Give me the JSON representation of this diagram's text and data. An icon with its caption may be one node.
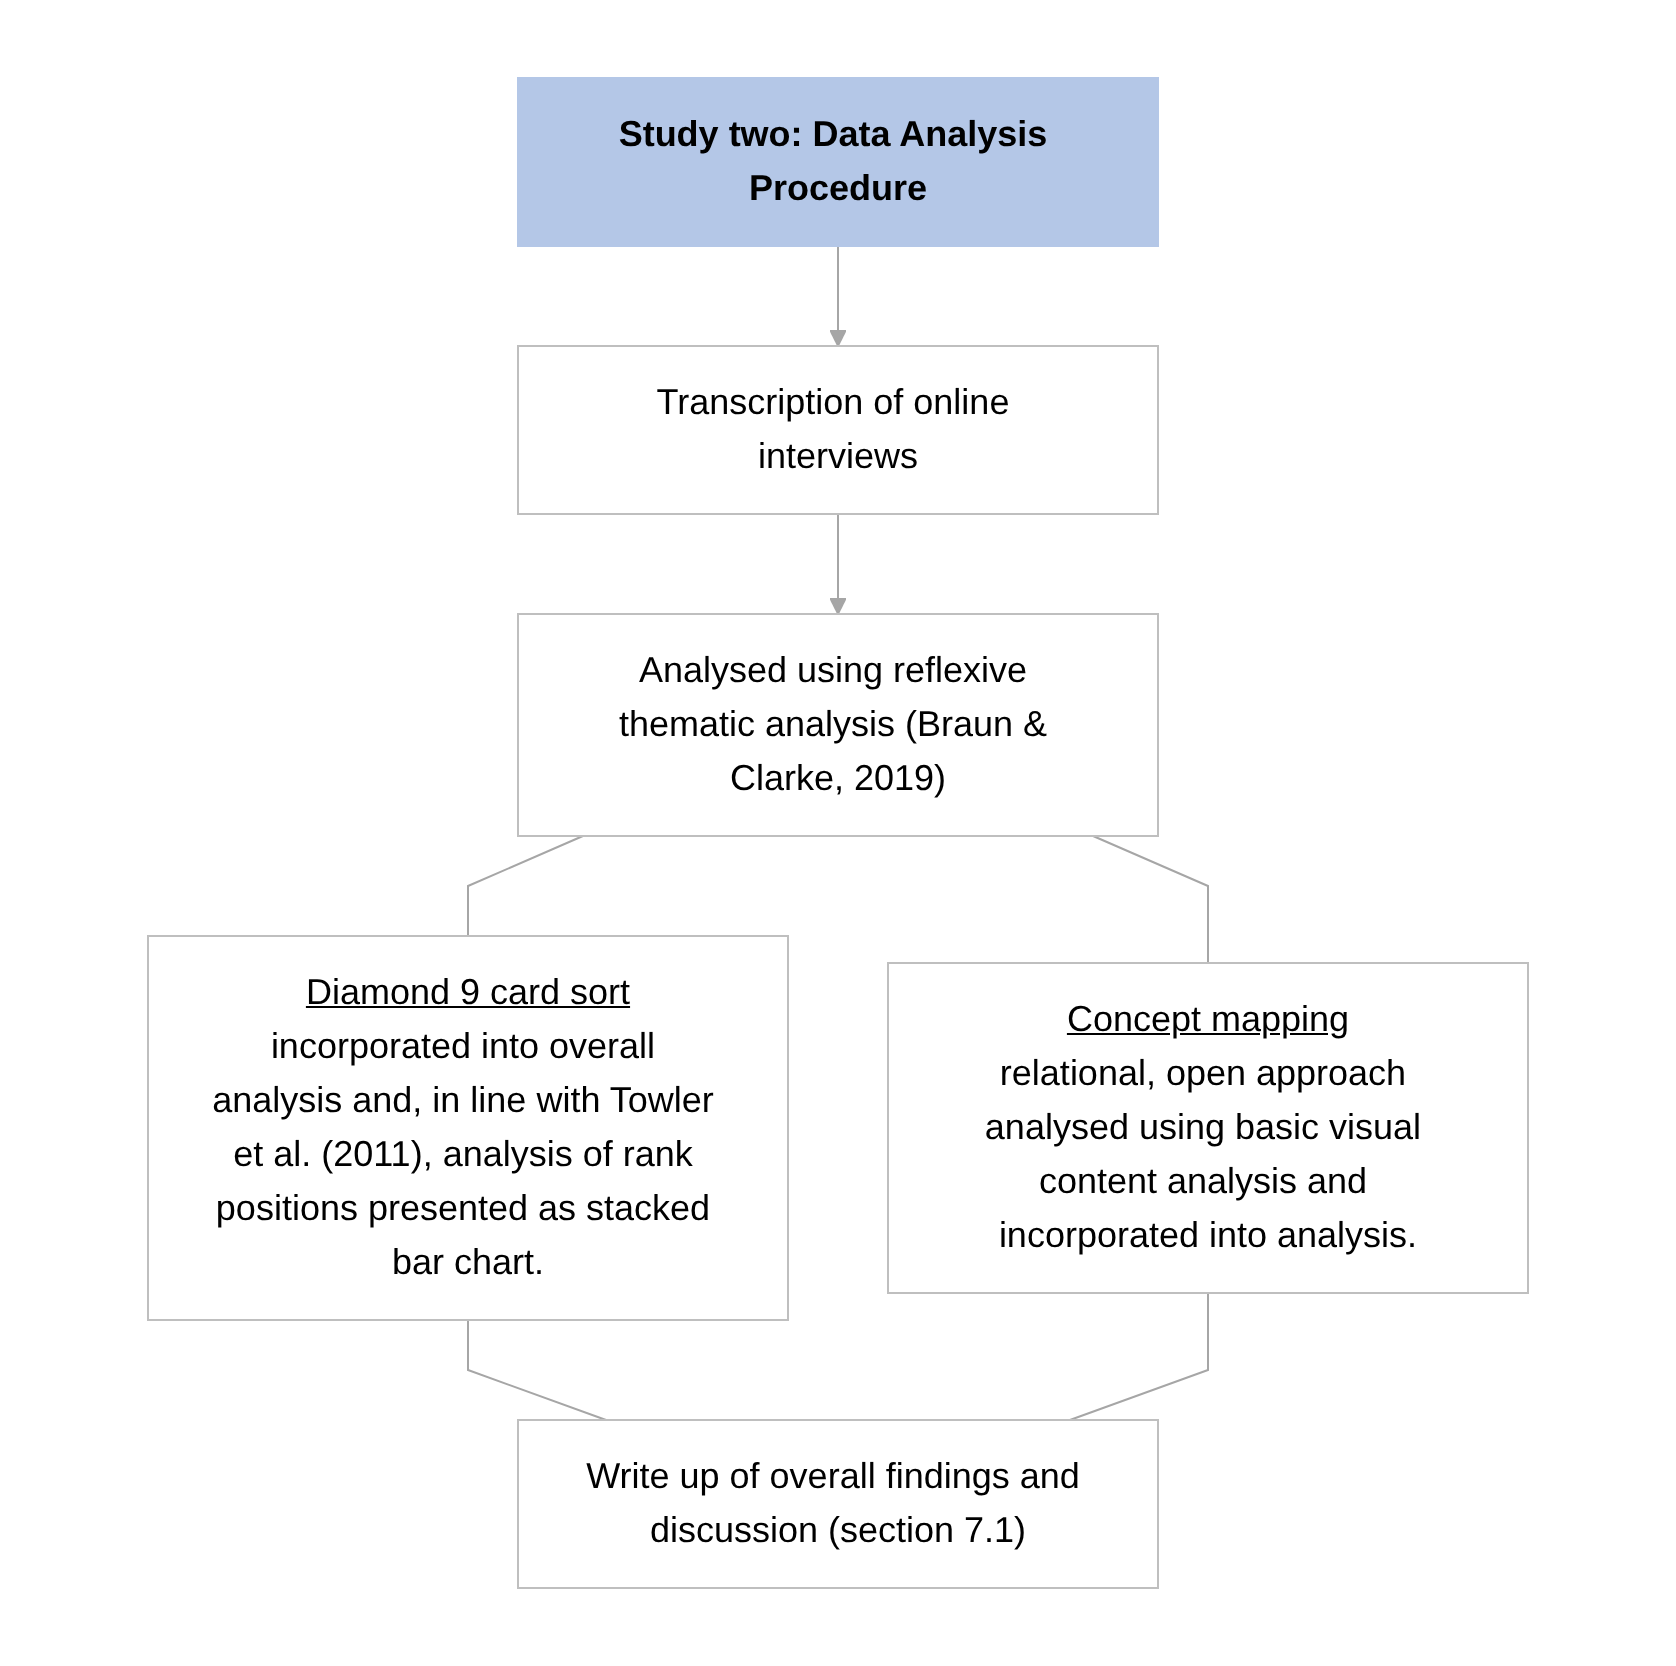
{
  "diagram": {
    "nodes": [
      {
        "text": [
          "Study two: Data Analysis Procedure"
        ]
      },
      {
        "text": [
          "Transcription of online interviews"
        ]
      },
      {
        "text": [
          "Analysed using reflexive thematic analysis (Braun & Clarke, 2019)"
        ]
      },
      {
        "text": [
          "Diamond 9 card sort",
          "incorporated into overall analysis and, in line with Towler et al. (2011), analysis of rank positions presented as stacked bar chart."
        ]
      },
      {
        "text": [
          "Concept mapping",
          "relational, open approach analysed using basic visual content analysis and incorporated into analysis."
        ]
      },
      {
        "text": [
          "Write up of overall findings and discussion (section 7.1)"
        ]
      }
    ],
    "edges": [
      {
        "from": 0,
        "to": 1,
        "arrow": "to"
      },
      {
        "from": 1,
        "to": 2,
        "arrow": "to"
      },
      {
        "from": 2,
        "to": 3,
        "arrow": "none"
      },
      {
        "from": 2,
        "to": 4,
        "arrow": "none"
      },
      {
        "from": 3,
        "to": 5,
        "arrow": "none"
      },
      {
        "from": 4,
        "to": 5,
        "arrow": "none"
      }
    ]
  }
}
